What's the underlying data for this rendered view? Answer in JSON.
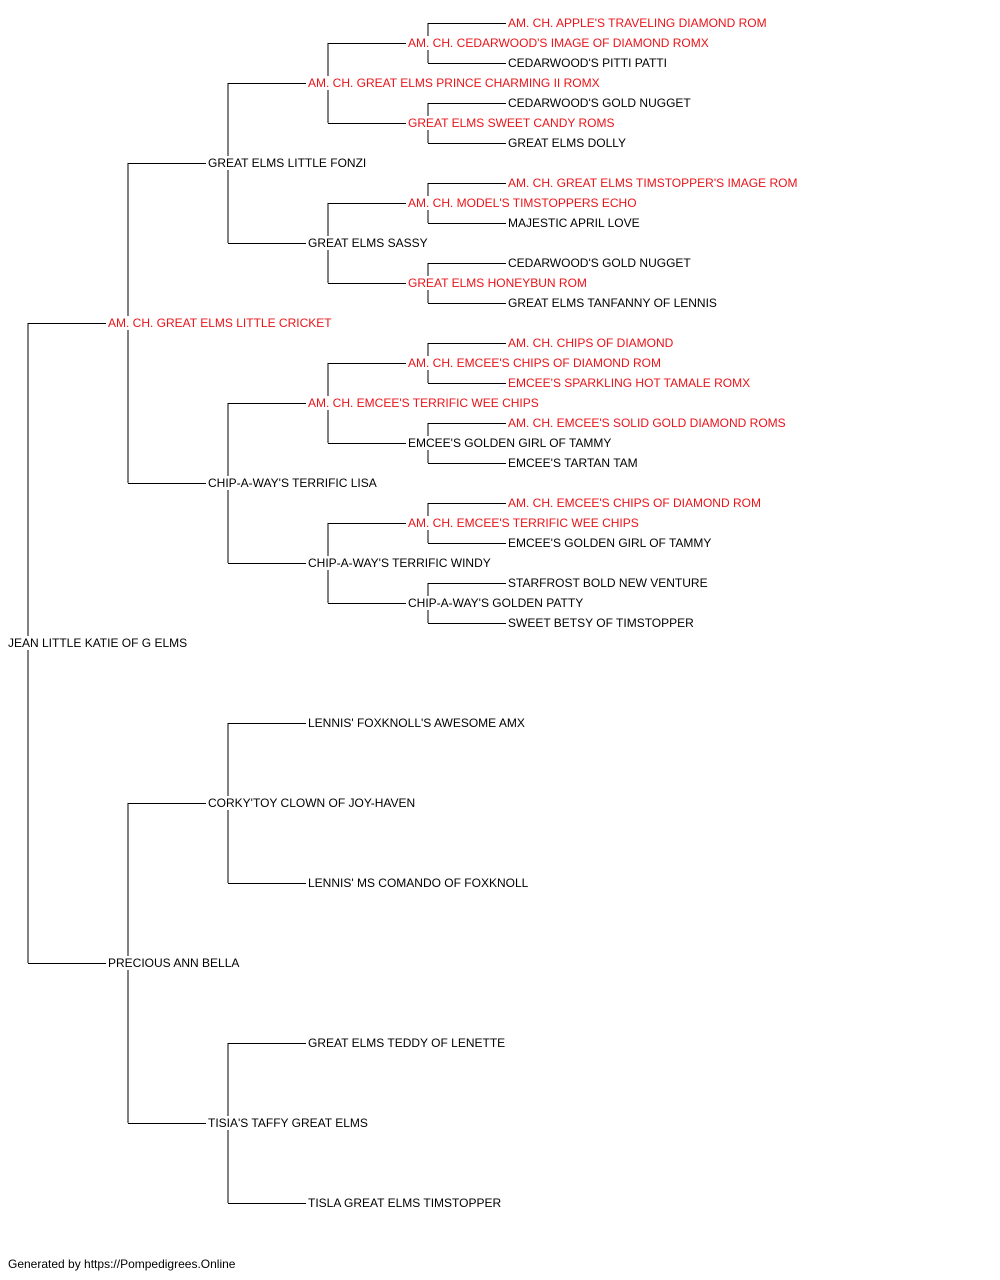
{
  "colors": {
    "champion": "#e8141a",
    "normal": "#000000",
    "line": "#000000"
  },
  "pedigree": {
    "name": "JEAN LITTLE KATIE OF G ELMS",
    "champion": false,
    "sire": {
      "name": "AM. CH. GREAT ELMS LITTLE CRICKET",
      "champion": true,
      "sire": {
        "name": "GREAT ELMS LITTLE FONZI",
        "champion": false,
        "sire": {
          "name": "AM. CH. GREAT ELMS PRINCE CHARMING II ROMX",
          "champion": true,
          "sire": {
            "name": "AM. CH. CEDARWOOD'S IMAGE OF DIAMOND ROMX",
            "champion": true,
            "sire": {
              "name": "AM. CH. APPLE'S TRAVELING DIAMOND ROM",
              "champion": true
            },
            "dam": {
              "name": "CEDARWOOD'S PITTI PATTI",
              "champion": false
            }
          },
          "dam": {
            "name": "GREAT ELMS SWEET CANDY ROMS",
            "champion": true,
            "sire": {
              "name": "CEDARWOOD'S GOLD NUGGET",
              "champion": false
            },
            "dam": {
              "name": "GREAT ELMS DOLLY",
              "champion": false
            }
          }
        },
        "dam": {
          "name": "GREAT ELMS SASSY",
          "champion": false,
          "sire": {
            "name": "AM. CH. MODEL'S TIMSTOPPERS ECHO",
            "champion": true,
            "sire": {
              "name": "AM. CH. GREAT ELMS TIMSTOPPER'S IMAGE ROM",
              "champion": true
            },
            "dam": {
              "name": "MAJESTIC APRIL LOVE",
              "champion": false
            }
          },
          "dam": {
            "name": "GREAT ELMS HONEYBUN ROM",
            "champion": true,
            "sire": {
              "name": "CEDARWOOD'S GOLD NUGGET",
              "champion": false
            },
            "dam": {
              "name": "GREAT ELMS TANFANNY OF LENNIS",
              "champion": false
            }
          }
        }
      },
      "dam": {
        "name": "CHIP-A-WAY'S TERRIFIC LISA",
        "champion": false,
        "sire": {
          "name": "AM. CH. EMCEE'S TERRIFIC WEE CHIPS",
          "champion": true,
          "sire": {
            "name": "AM. CH. EMCEE'S CHIPS OF DIAMOND ROM",
            "champion": true,
            "sire": {
              "name": "AM. CH. CHIPS OF DIAMOND",
              "champion": true
            },
            "dam": {
              "name": "EMCEE'S SPARKLING HOT TAMALE ROMX",
              "champion": true
            }
          },
          "dam": {
            "name": "EMCEE'S GOLDEN GIRL OF TAMMY",
            "champion": false,
            "sire": {
              "name": "AM. CH. EMCEE'S SOLID GOLD DIAMOND ROMS",
              "champion": true
            },
            "dam": {
              "name": "EMCEE'S TARTAN TAM",
              "champion": false
            }
          }
        },
        "dam": {
          "name": "CHIP-A-WAY'S TERRIFIC WINDY",
          "champion": false,
          "sire": {
            "name": "AM. CH. EMCEE'S TERRIFIC WEE CHIPS",
            "champion": true,
            "sire": {
              "name": "AM. CH. EMCEE'S CHIPS OF DIAMOND ROM",
              "champion": true
            },
            "dam": {
              "name": "EMCEE'S GOLDEN GIRL OF TAMMY",
              "champion": false
            }
          },
          "dam": {
            "name": "CHIP-A-WAY'S GOLDEN PATTY",
            "champion": false,
            "sire": {
              "name": "STARFROST BOLD NEW VENTURE",
              "champion": false
            },
            "dam": {
              "name": "SWEET BETSY OF TIMSTOPPER",
              "champion": false
            }
          }
        }
      }
    },
    "dam": {
      "name": "PRECIOUS ANN BELLA",
      "champion": false,
      "sire": {
        "name": "CORKY'TOY CLOWN OF JOY-HAVEN",
        "champion": false,
        "sire": {
          "name": "LENNIS' FOXKNOLL'S AWESOME AMX",
          "champion": false
        },
        "dam": {
          "name": "LENNIS' MS COMANDO OF FOXKNOLL",
          "champion": false
        }
      },
      "dam": {
        "name": "TISIA'S TAFFY GREAT ELMS",
        "champion": false,
        "sire": {
          "name": "GREAT ELMS TEDDY OF LENETTE",
          "champion": false
        },
        "dam": {
          "name": "TISLA GREAT ELMS TIMSTOPPER",
          "champion": false
        }
      }
    }
  },
  "footer": {
    "text": "Generated by https://Pompedigrees.Online"
  }
}
